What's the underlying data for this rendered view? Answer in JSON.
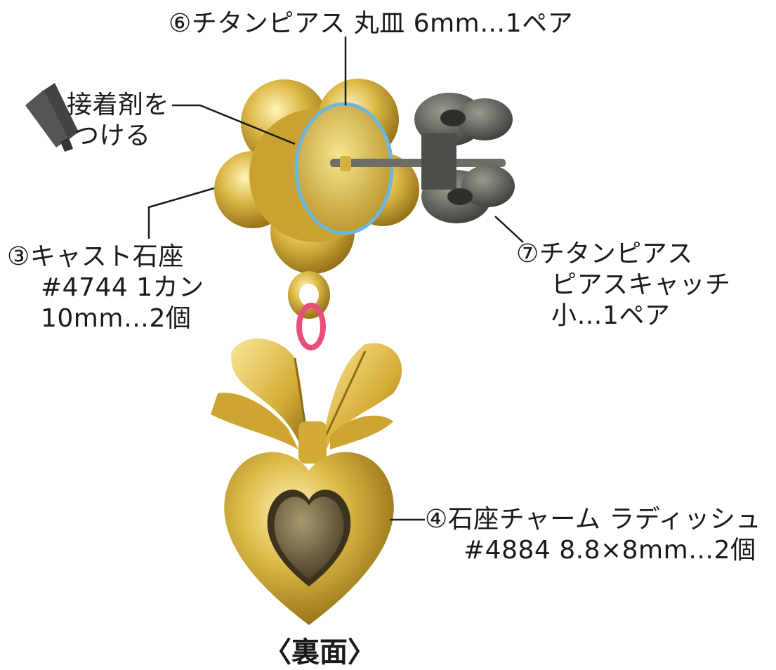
{
  "labels": {
    "part6": "⑥チタンピアス 丸皿 6mm…1ペア",
    "glue": [
      "接着剤を",
      "つける"
    ],
    "part3": [
      "③キャスト石座",
      "#4744 1カン",
      "10mm…2個"
    ],
    "part7": [
      "⑦チタンピアス",
      "ピアスキャッチ",
      "小…1ペア"
    ],
    "part4": [
      "④石座チャーム ラディッシュ",
      "#4884 8.8×8mm…2個"
    ]
  },
  "caption": "〈裏面〉",
  "colors": {
    "gold": "#d9b541",
    "gold_light": "#f3df8a",
    "gold_dark": "#9c7a1c",
    "highlight_ring": "#6cb6e0",
    "jump_ring": "#e8507a",
    "catch_gray": "#5b5b55",
    "glue_tube": "#4a4a4a",
    "stone": "#6e5e3a",
    "leader_line": "#1a1a1a"
  }
}
